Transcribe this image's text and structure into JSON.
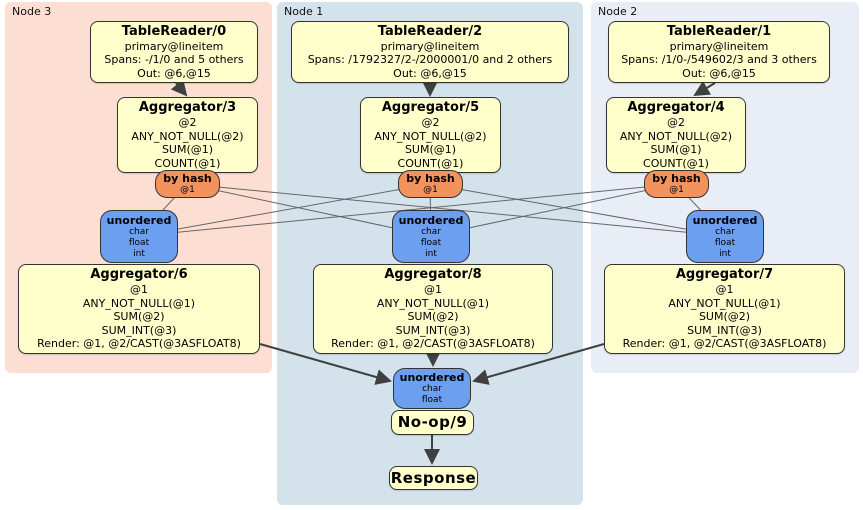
{
  "regions": {
    "node3": {
      "label": "Node 3",
      "color": "#fcdfd2"
    },
    "node1": {
      "label": "Node 1",
      "color": "#d4e2ec"
    },
    "node2": {
      "label": "Node 2",
      "color": "#e9eef6"
    }
  },
  "processors": {
    "tr0": {
      "title": "TableReader/0",
      "lines": [
        "primary@lineitem",
        "Spans: -/1/0 and 5 others",
        "Out: @6,@15"
      ]
    },
    "tr2": {
      "title": "TableReader/2",
      "lines": [
        "primary@lineitem",
        "Spans: /1792327/2-/2000001/0 and 2 others",
        "Out: @6,@15"
      ]
    },
    "tr1": {
      "title": "TableReader/1",
      "lines": [
        "primary@lineitem",
        "Spans: /1/0-/549602/3 and 3 others",
        "Out: @6,@15"
      ]
    },
    "agg3": {
      "title": "Aggregator/3",
      "lines": [
        "@2",
        "ANY_NOT_NULL(@2)",
        "SUM(@1)",
        "COUNT(@1)"
      ]
    },
    "agg5": {
      "title": "Aggregator/5",
      "lines": [
        "@2",
        "ANY_NOT_NULL(@2)",
        "SUM(@1)",
        "COUNT(@1)"
      ]
    },
    "agg4": {
      "title": "Aggregator/4",
      "lines": [
        "@2",
        "ANY_NOT_NULL(@2)",
        "SUM(@1)",
        "COUNT(@1)"
      ]
    },
    "agg6": {
      "title": "Aggregator/6",
      "lines": [
        "@1",
        "ANY_NOT_NULL(@1)",
        "SUM(@2)",
        "SUM_INT(@3)",
        "Render: @1, @2/CAST(@3ASFLOAT8)"
      ]
    },
    "agg8": {
      "title": "Aggregator/8",
      "lines": [
        "@1",
        "ANY_NOT_NULL(@1)",
        "SUM(@2)",
        "SUM_INT(@3)",
        "Render: @1, @2/CAST(@3ASFLOAT8)"
      ]
    },
    "agg7": {
      "title": "Aggregator/7",
      "lines": [
        "@1",
        "ANY_NOT_NULL(@1)",
        "SUM(@2)",
        "SUM_INT(@3)",
        "Render: @1, @2/CAST(@3ASFLOAT8)"
      ]
    },
    "router3": {
      "title": "by hash",
      "lines": [
        "@1"
      ]
    },
    "router1": {
      "title": "by hash",
      "lines": [
        "@1"
      ]
    },
    "router2": {
      "title": "by hash",
      "lines": [
        "@1"
      ]
    },
    "sync3": {
      "title": "unordered",
      "lines": [
        "char",
        "float",
        "int"
      ]
    },
    "sync1": {
      "title": "unordered",
      "lines": [
        "char",
        "float",
        "int"
      ]
    },
    "sync2": {
      "title": "unordered",
      "lines": [
        "char",
        "float",
        "int"
      ]
    },
    "syncFinal": {
      "title": "unordered",
      "lines": [
        "char",
        "float"
      ]
    },
    "noop": {
      "title": "No-op/9"
    },
    "response": {
      "title": "Response"
    }
  },
  "colors": {
    "processor_box_fill": "#ffffcc",
    "router_fill": "#f2935e",
    "sync_fill": "#6c9ff0",
    "edge_thin": "#666666",
    "edge_thick": "#404040",
    "box_border": "#333333"
  }
}
